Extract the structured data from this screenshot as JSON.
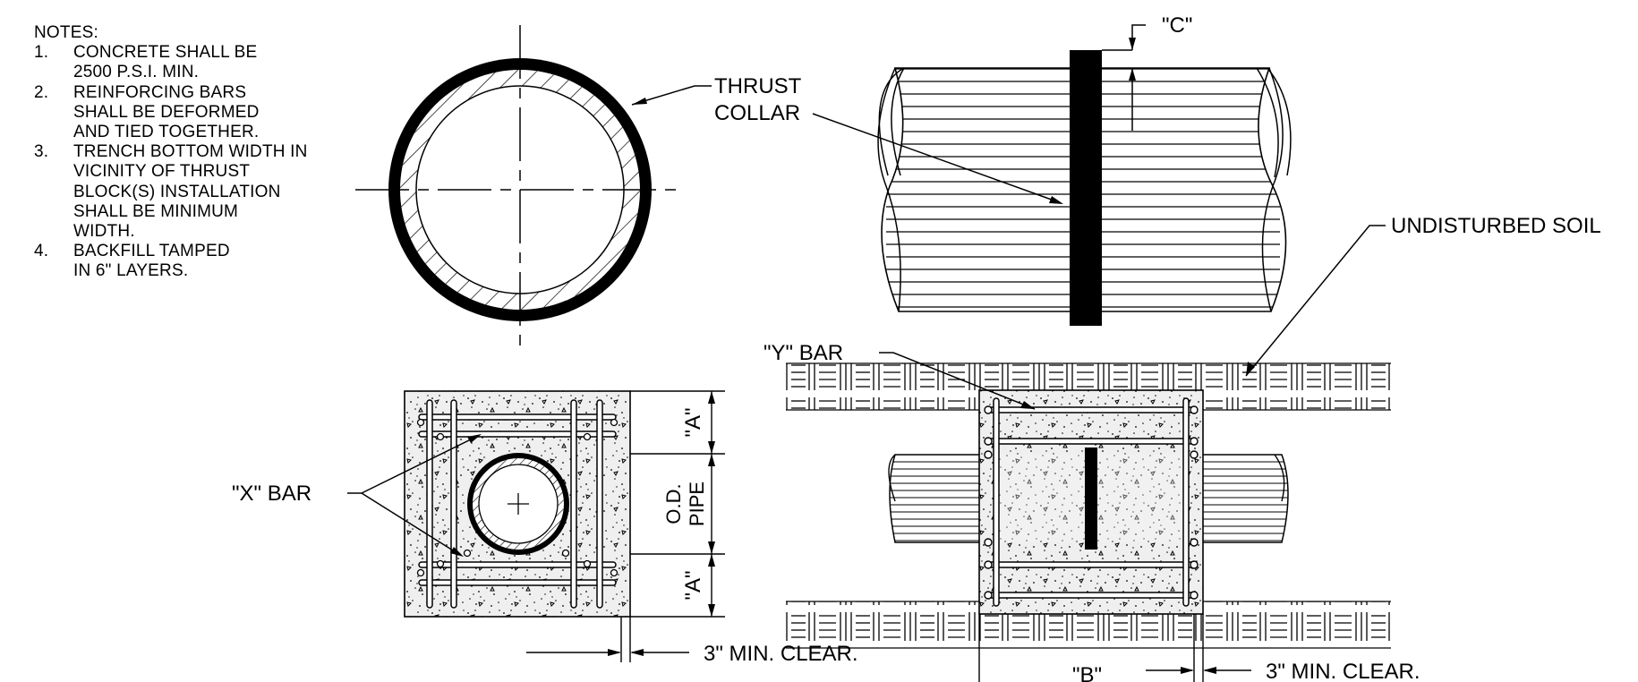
{
  "notes": {
    "title": "NOTES:",
    "items": [
      {
        "num": "1.",
        "lines": [
          "CONCRETE SHALL BE",
          "2500 P.S.I. MIN."
        ]
      },
      {
        "num": "2.",
        "lines": [
          "REINFORCING BARS",
          "SHALL BE DEFORMED",
          "AND TIED TOGETHER."
        ]
      },
      {
        "num": "3.",
        "lines": [
          "TRENCH BOTTOM WIDTH IN",
          "VICINITY OF THRUST",
          "BLOCK(S) INSTALLATION",
          "SHALL BE MINIMUM",
          "WIDTH."
        ]
      },
      {
        "num": "4.",
        "lines": [
          "BACKFILL TAMPED",
          "IN 6\" LAYERS."
        ]
      }
    ]
  },
  "labels": {
    "thrust_collar_1": "THRUST",
    "thrust_collar_2": "COLLAR",
    "dim_c": "\"C\"",
    "undisturbed_soil": "UNDISTURBED SOIL",
    "y_bar": "\"Y\" BAR",
    "x_bar": "\"X\" BAR",
    "dim_a_top": "\"A\"",
    "dim_a_bottom": "\"A\"",
    "od_pipe_1": "O.D.",
    "od_pipe_2": "PIPE",
    "min_clear_left": "3\" MIN. CLEAR.",
    "dim_b": "\"B\"",
    "min_clear_right": "3\" MIN. CLEAR."
  }
}
